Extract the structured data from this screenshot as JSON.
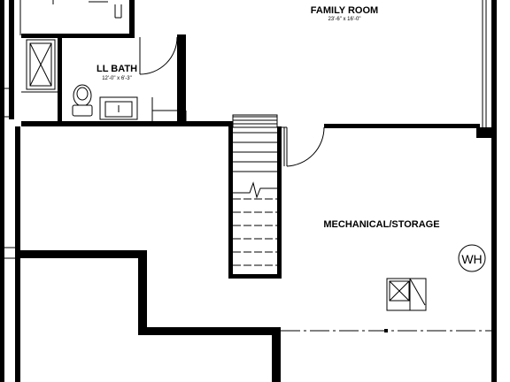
{
  "rooms": [
    {
      "name": "FAMILY ROOM",
      "dimensions": "23'-6\" x 16'-0\""
    },
    {
      "name": "LL BATH",
      "dimensions": "12'-0\" x 6'-3\""
    },
    {
      "name": "MECHANICAL/STORAGE",
      "dimensions": ""
    }
  ],
  "fixtures": {
    "water_heater": "WH"
  }
}
